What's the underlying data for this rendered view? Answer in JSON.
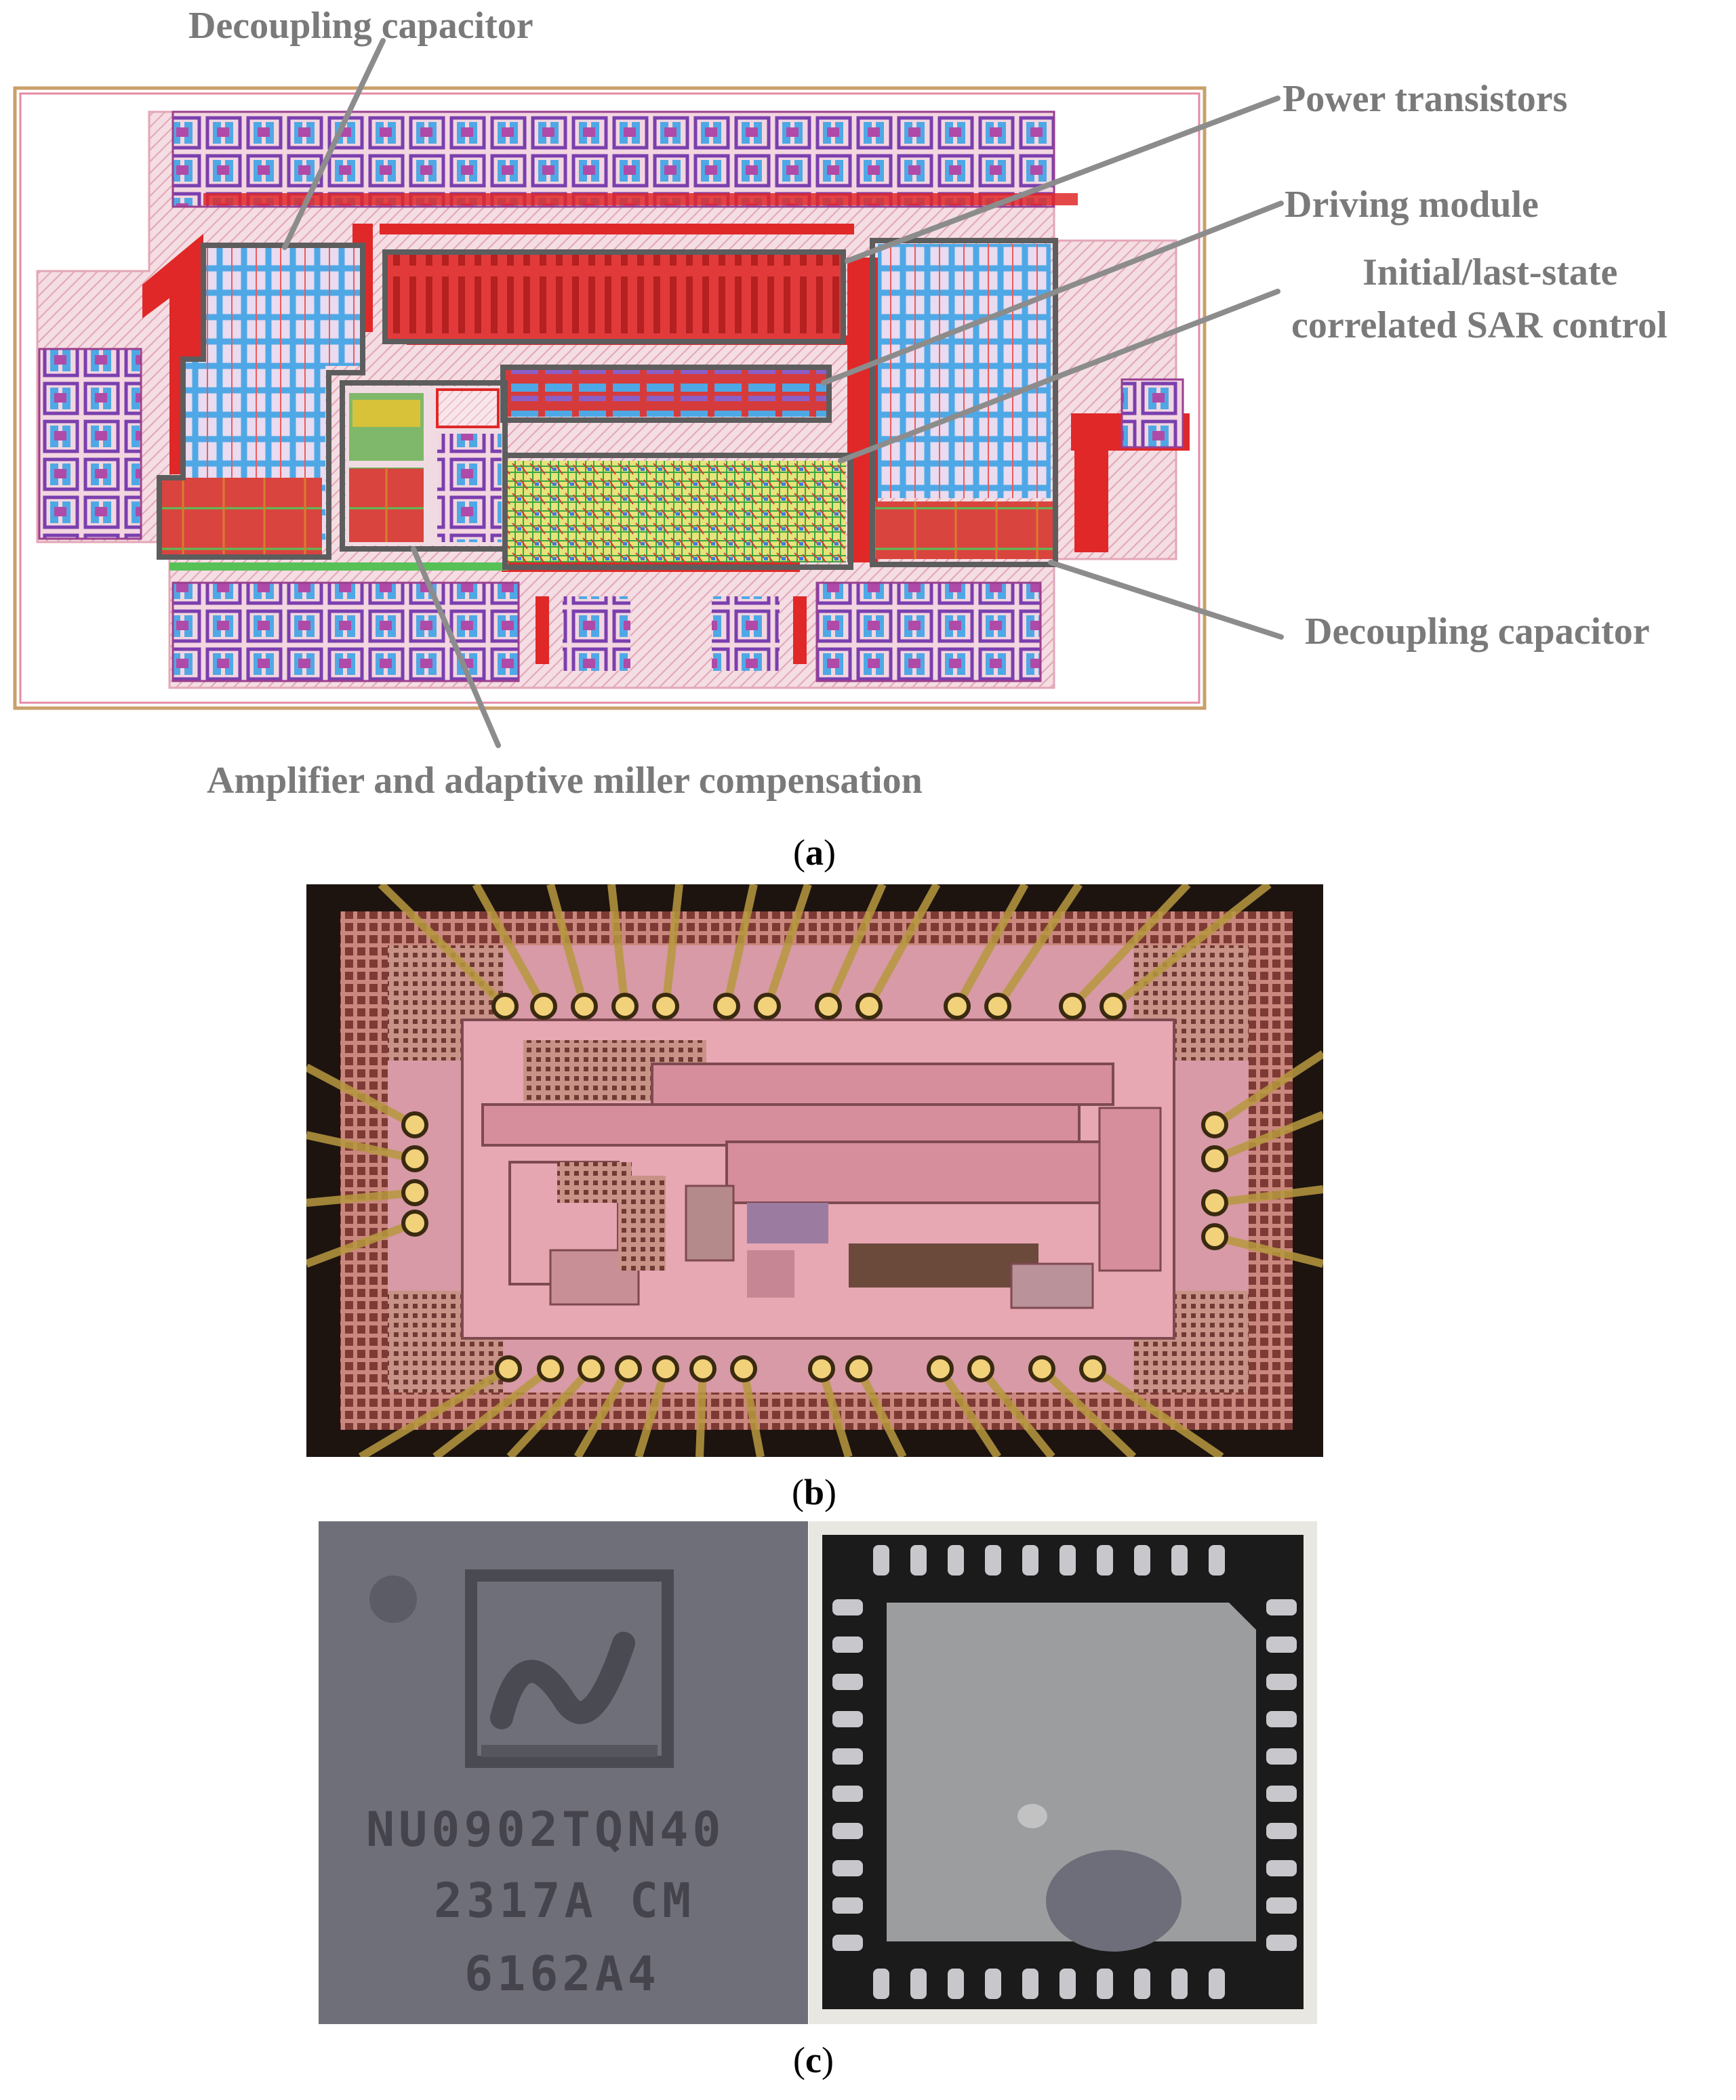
{
  "panel_a": {
    "labels": {
      "decoupling_top": "Decoupling capacitor",
      "power_transistors": "Power transistors",
      "driving_module": "Driving module",
      "sar_control_line1": "Initial/last-state",
      "sar_control_line2": "correlated SAR control",
      "decoupling_right": "Decoupling capacitor",
      "amplifier": "Amplifier and adaptive  miller compensation"
    },
    "caption": "a"
  },
  "panel_b": {
    "caption": "b"
  },
  "panel_c": {
    "marking": [
      "NU0902TQN40",
      "2317A CM",
      "6162A4"
    ],
    "caption": "c"
  },
  "colors": {
    "label_gray": "#7a7a7a",
    "leader_gray": "#8c8c8c",
    "layout_red": "#e02828",
    "layout_pink": "#e8b7c4",
    "layout_blue": "#4fa8e6",
    "layout_magenta": "#b04aa8",
    "die_pink": "#d9869a",
    "die_dark": "#2a1a14",
    "package_gray": "#6f6f79",
    "paddle_gray": "#9b9d9f"
  }
}
